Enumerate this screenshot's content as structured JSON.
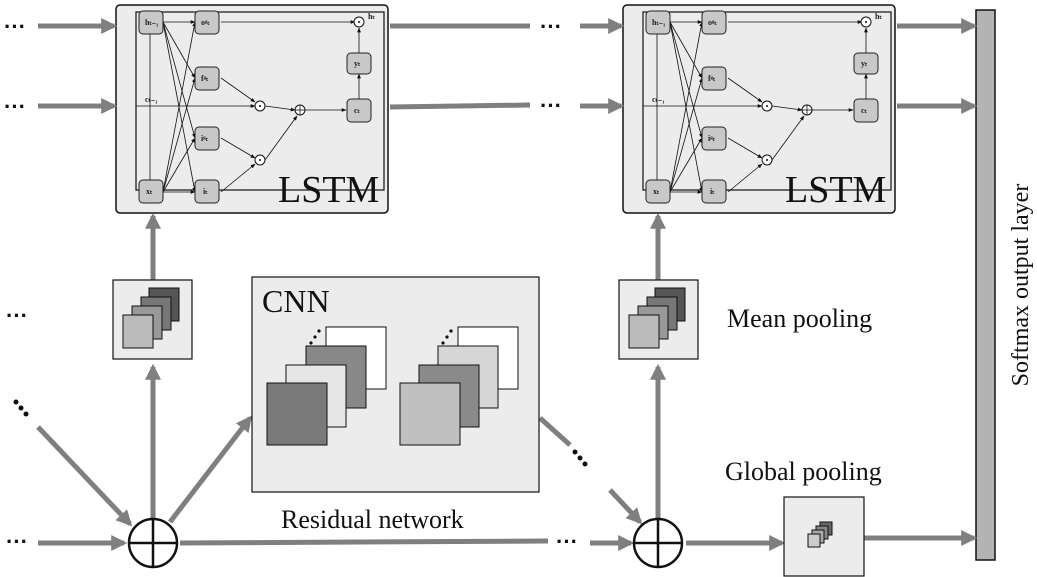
{
  "labels": {
    "lstm_left": "LSTM",
    "lstm_right": "LSTM",
    "cnn": "CNN",
    "residual_network": "Residual network",
    "mean_pooling": "Mean pooling",
    "global_pooling": "Global pooling",
    "softmax": "Softmax output layer",
    "ellipsis": "···"
  },
  "lstm_left": {
    "h_prev": "hₜ₋₁",
    "o_gate": "oᵍₜ",
    "f_gate": "fᵍₜ",
    "i_gate": "iᵍₜ",
    "i_input": "iₜ",
    "x": "xₜ",
    "y": "yₜ",
    "c": "cₜ",
    "c_prev": "cₜ₋₁",
    "h_out": "hₜ"
  },
  "lstm_right": {
    "h_prev": "hₜ₋₁",
    "o_gate": "oᵍₜ",
    "f_gate": "fᵍₜ",
    "i_gate": "iᵍₜ",
    "i_input": "iₜ",
    "x": "xₜ",
    "y": "yₜ",
    "c": "cₜ",
    "c_prev": "cₜ₋₁",
    "h_out": "hₜ"
  },
  "colors": {
    "arrow": "#7f7f7f",
    "box_fill": "#ececec",
    "box_border": "#111111",
    "softmax_fill": "#b3b3b3"
  }
}
